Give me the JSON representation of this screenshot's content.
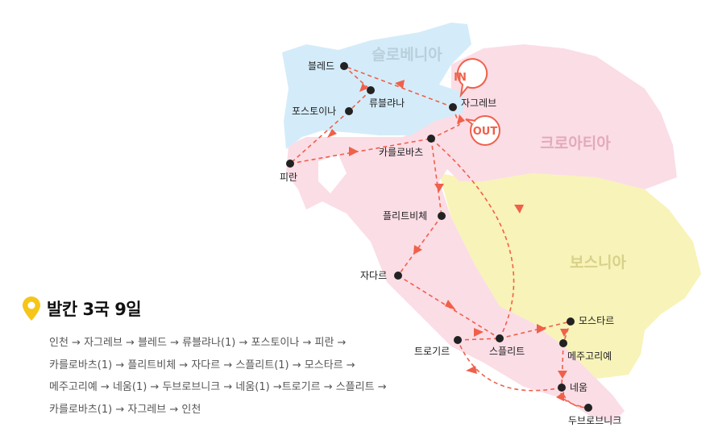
{
  "map": {
    "countries": {
      "slovenia": "슬로베니아",
      "croatia": "크로아티아",
      "bosnia": "보스니아"
    },
    "cities": {
      "bled": "블레드",
      "ljubljana": "류블랴나",
      "postojna": "포스토이나",
      "piran": "피란",
      "zagreb": "자그레브",
      "karlovac": "카를로바츠",
      "plitvice": "플리트비체",
      "zadar": "자다르",
      "trogir": "트로기르",
      "split": "스플리트",
      "mostar": "모스타르",
      "medjugorje": "메주고리예",
      "neum": "네움",
      "dubrovnik": "두브로브니크"
    },
    "badges": {
      "in": "IN",
      "out": "OUT"
    },
    "colors": {
      "slovenia": "#d4ecf9",
      "croatia": "#fbdde6",
      "bosnia": "#f8f3b8",
      "route": "#f0604a",
      "pin": "#f5c518"
    }
  },
  "tour": {
    "title": "발칸 3국 9일",
    "itinerary_lines": [
      "인천 → 자그레브 → 블레드 → 류블랴나(1) → 포스토이나 → 피란 →",
      "카를로바츠(1) → 플리트비체 → 자다르 → 스플리트(1) → 모스타르 →",
      "메주고리예 → 네움(1) → 두브로브니크 → 네움(1) →트로기르 → 스플리트 →",
      "카를로바츠(1) → 자그레브 → 인천"
    ]
  }
}
